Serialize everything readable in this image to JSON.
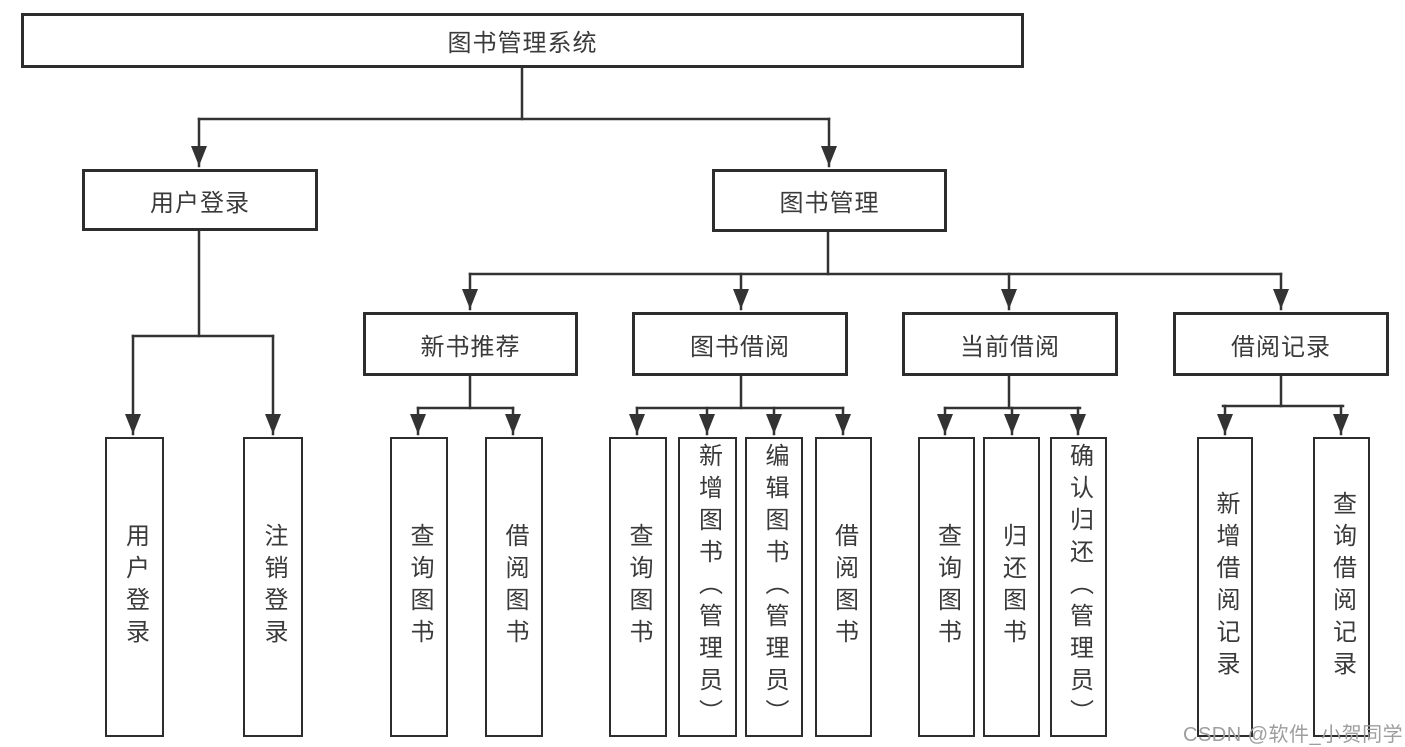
{
  "nodes": {
    "root": "图书管理系统",
    "user_login": "用户登录",
    "book_mgmt": "图书管理",
    "new_book_rec": "新书推荐",
    "book_borrow": "图书借阅",
    "current_borrow": "当前借阅",
    "borrow_records": "借阅记录",
    "leaf_user_login": "用户登录",
    "leaf_logout": "注销登录",
    "leaf_nb_query": "查询图书",
    "leaf_nb_borrow": "借阅图书",
    "leaf_bb_query": "查询图书",
    "leaf_bb_add": "新增图书（管理员）",
    "leaf_bb_edit": "编辑图书（管理员）",
    "leaf_bb_borrow": "借阅图书",
    "leaf_cb_query": "查询图书",
    "leaf_cb_return": "归还图书",
    "leaf_cb_confirm": "确认归还（管理员）",
    "leaf_br_add": "新增借阅记录",
    "leaf_br_query": "查询借阅记录"
  },
  "watermark": "CSDN @软件_小贺同学",
  "colors": {
    "line": "#333333",
    "box_border": "#2d2d2d",
    "text": "#3a3a3a",
    "watermark": "#9e9e9e"
  }
}
